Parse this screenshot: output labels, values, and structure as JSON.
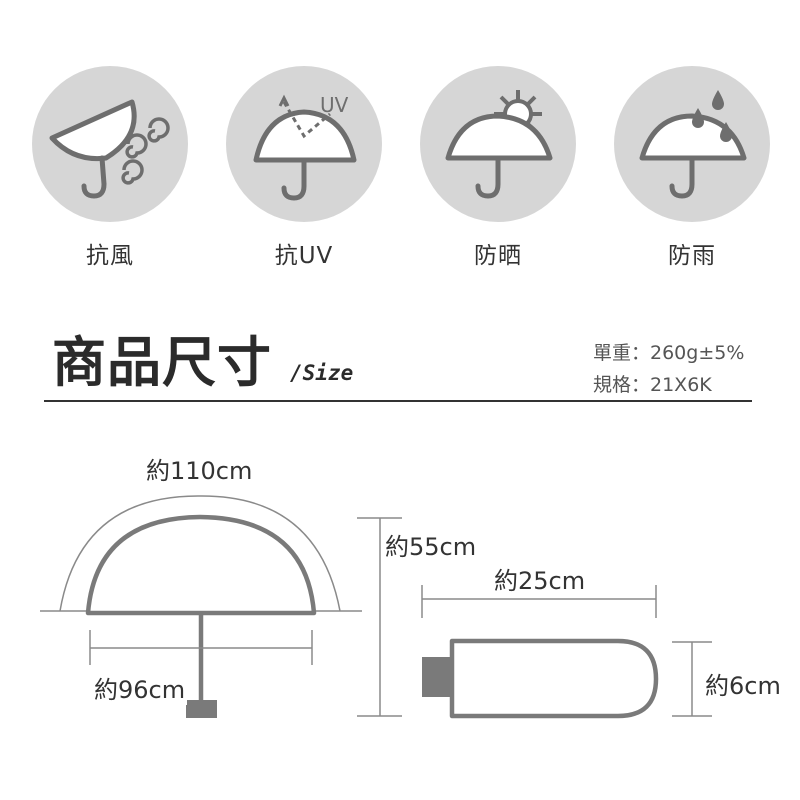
{
  "features": [
    {
      "label": "抗風",
      "icon": "umbrella-wind-icon"
    },
    {
      "label": "抗UV",
      "icon": "umbrella-uv-icon",
      "badge": "UV"
    },
    {
      "label": "防晒",
      "icon": "umbrella-sun-icon"
    },
    {
      "label": "防雨",
      "icon": "umbrella-rain-icon"
    }
  ],
  "size_section": {
    "title": "商品尺寸",
    "subtitle": "/Size",
    "weight": "單重：260g±5%",
    "spec": "規格：21X6K"
  },
  "dimensions": {
    "arc_length": "約110cm",
    "open_width": "約96cm",
    "height": "約55cm",
    "folded_length": "約25cm",
    "folded_width": "約6cm"
  },
  "colors": {
    "circle_bg": "#d6d6d6",
    "icon_stroke": "#6e6e6e",
    "umbrella_stroke": "#7a7a7a",
    "guide_line": "#8a8a8a"
  }
}
